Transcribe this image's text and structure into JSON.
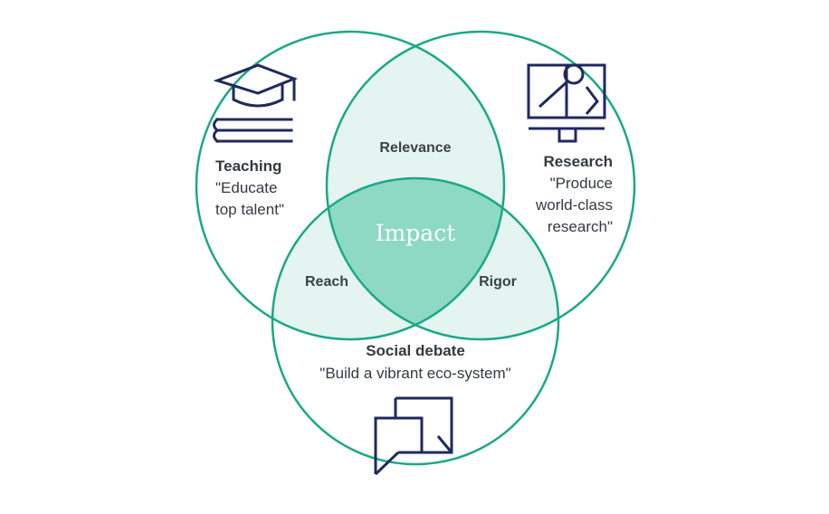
{
  "colors": {
    "circle_stroke": "#1aa888",
    "overlap_fill": "#e4f4f0",
    "center_fill": "#8dd9c4",
    "icon": "#1f2a5c",
    "text": "#333a3f"
  },
  "teaching": {
    "title": "Teaching",
    "quote_line1": "\"Educate",
    "quote_line2": "top talent\"",
    "icon": "graduation-cap-icon"
  },
  "research": {
    "title": "Research",
    "quote_line1": "\"Produce",
    "quote_line2": "world-class",
    "quote_line3": "research\"",
    "icon": "research-book-icon"
  },
  "social": {
    "title": "Social debate",
    "quote_line1": "\"Build a vibrant eco-system\"",
    "icon": "speech-bubbles-icon"
  },
  "overlaps": {
    "relevance": "Relevance",
    "reach": "Reach",
    "rigor": "Rigor",
    "center": "Impact"
  }
}
